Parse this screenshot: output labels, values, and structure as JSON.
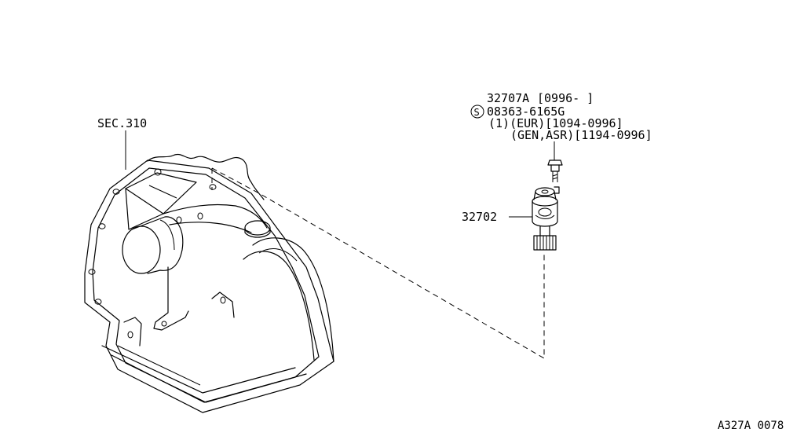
{
  "diagram": {
    "labels": {
      "sec_ref": "SEC.310",
      "part_sensor_cap": "32707A",
      "part_sensor_cap_range": "[0996-     ]",
      "bolt_symbol": "S",
      "bolt_part": "08363-6165G",
      "bolt_note_1": "(1)(EUR)[1094-0996]",
      "bolt_note_2": "(GEN,ASR)[1194-0996]",
      "part_speedometer_pinion": "32702",
      "figure_code": "A327A 0078"
    }
  }
}
